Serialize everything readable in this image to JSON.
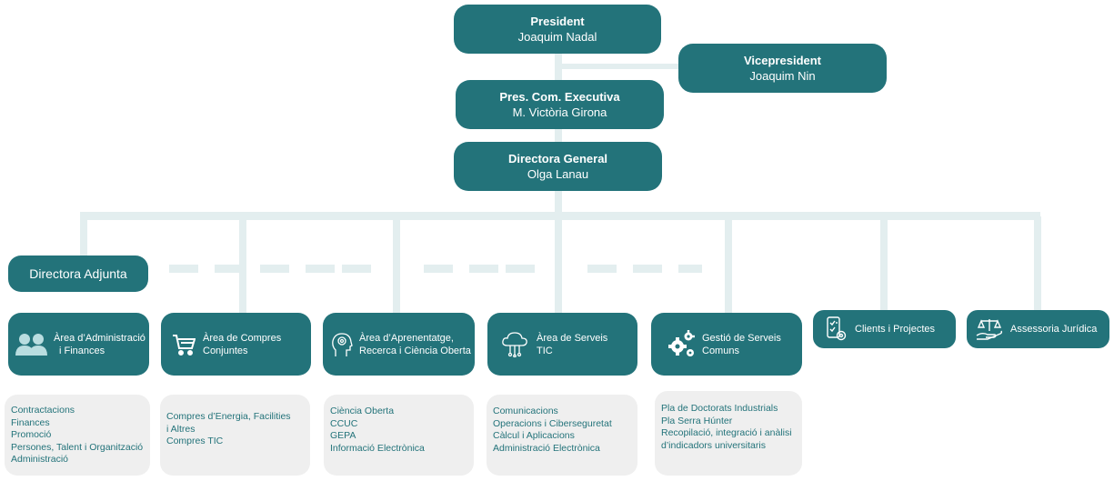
{
  "president": {
    "title": "President",
    "name": "Joaquim Nadal"
  },
  "vicepresident": {
    "title": "Vicepresident",
    "name": "Joaquim Nin"
  },
  "exec": {
    "title": "Pres. Com. Executiva",
    "name": "M. Victòria Girona"
  },
  "director": {
    "title": "Directora General",
    "name": "Olga Lanau"
  },
  "adjunta": {
    "label": "Directora Adjunta"
  },
  "areas": [
    {
      "line1": "Àrea d’Administració",
      "line2": "i Finances",
      "icon": "people-icon"
    },
    {
      "line1": "Àrea de Compres",
      "line2": "Conjuntes",
      "icon": "shopping-cart-icon"
    },
    {
      "line1": "Àrea d’Aprenentatge,",
      "line2": "Recerca i Ciència Oberta",
      "icon": "brain-head-icon"
    },
    {
      "line1": "Àrea de Serveis",
      "line2": "TIC",
      "icon": "cloud-network-icon"
    },
    {
      "line1": "Gestió de Serveis",
      "line2": "Comuns",
      "icon": "gears-icon"
    },
    {
      "line1": "Clients i Projectes",
      "line2": "",
      "icon": "checklist-gear-icon"
    },
    {
      "line1": "Assessoria Jurídica",
      "line2": "",
      "icon": "scales-icon"
    }
  ],
  "lists": [
    [
      "Contractacions",
      "Finances",
      "Promoció",
      "Persones, Talent i Organització",
      "Administració"
    ],
    [
      "Compres d’Energia, Facilities",
      "i Altres",
      "Compres TIC"
    ],
    [
      "Ciència Oberta",
      "CCUC",
      "GEPA",
      "Informació Electrònica"
    ],
    [
      "Comunicacions",
      "Operacions i Ciberseguretat",
      "Càlcul i Aplicacions",
      "Administració Electrònica"
    ],
    [
      "Pla de Doctorats Industrials",
      "Pla Serra Húnter",
      "Recopilació, integració i anàlisi",
      "d’indicadors universitaris"
    ]
  ],
  "colors": {
    "primary": "#23737a",
    "connector": "#e3eeef",
    "list_bg": "#efefef"
  }
}
